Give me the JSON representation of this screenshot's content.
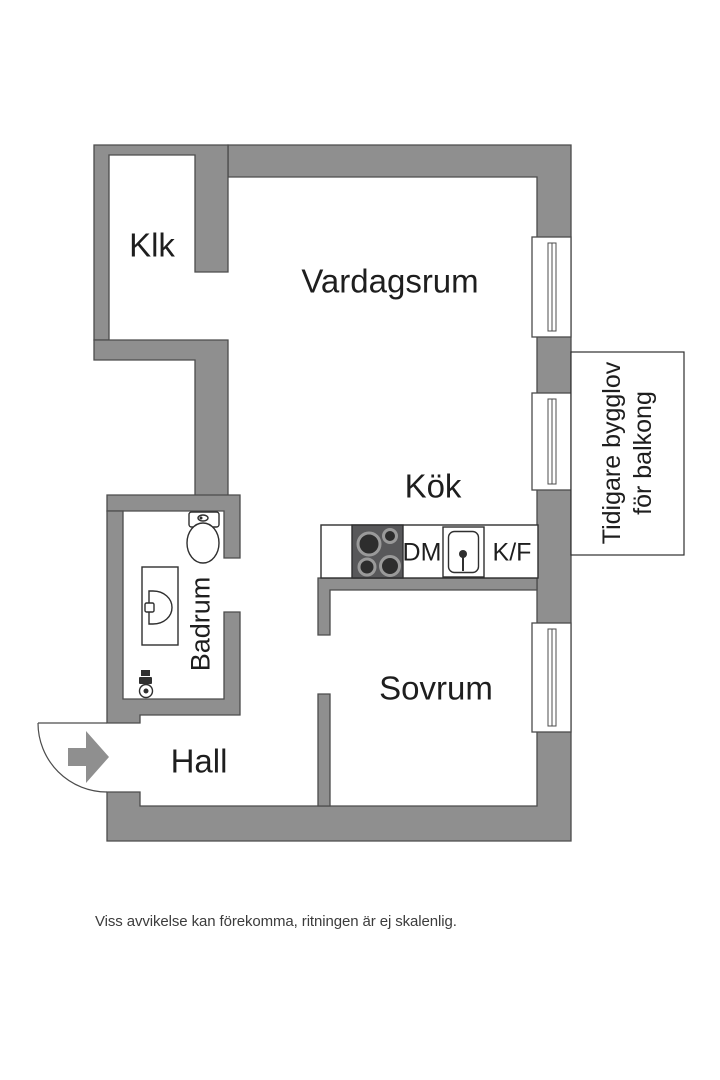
{
  "floor_plan": {
    "labels": {
      "klk": "Klk",
      "vardagsrum": "Vardagsrum",
      "kok": "Kök",
      "badrum": "Badrum",
      "sovrum": "Sovrum",
      "hall": "Hall",
      "dishwasher": "DM",
      "fridge_freezer": "K/F"
    },
    "annotation": {
      "line1": "Tidigare bygglov",
      "line2": "för balkong"
    },
    "disclaimer": "Viss avvikelse kan förekomma, ritningen är ej skalenlig.",
    "colors": {
      "wall": "#8f8f8f",
      "outline": "#4c4c4c",
      "fixture": "#2f2f2f",
      "text": "#1e1e1e",
      "stove": "#58585a",
      "burner": "#2d2d2d",
      "burner_ring": "#9a9a9a"
    }
  }
}
